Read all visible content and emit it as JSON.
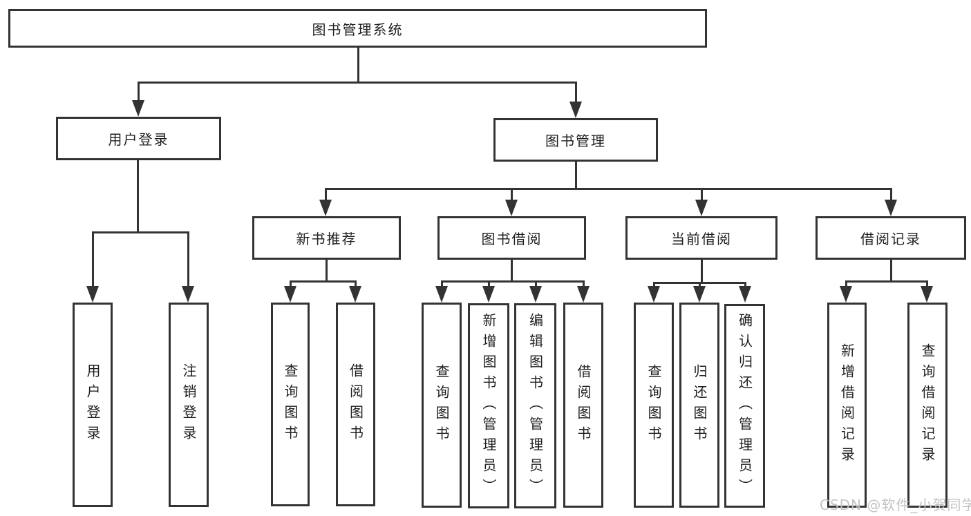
{
  "nodes": {
    "root": "图书管理系统",
    "user_login": "用户登录",
    "book_management": "图书管理",
    "new_book_recommend": "新书推荐",
    "book_borrowing": "图书借阅",
    "current_borrowing": "当前借阅",
    "borrowing_records": "借阅记录",
    "user_login_action": "用户登录",
    "logout_action": "注销登录",
    "recommend_query_books": "查询图书",
    "recommend_borrow_books": "借阅图书",
    "borrowing_query_books": "查询图书",
    "borrowing_add_books_admin": "新增图书（管理员）",
    "borrowing_edit_books_admin": "编辑图书（管理员）",
    "borrowing_borrow_books": "借阅图书",
    "current_query_books": "查询图书",
    "current_return_books": "归还图书",
    "current_confirm_return_admin": "确认归还（管理员）",
    "records_add_record": "新增借阅记录",
    "records_query_record": "查询借阅记录"
  },
  "watermark": "CSDN @软件_小贺同学",
  "colors": {
    "line": "#333333",
    "box_border": "#333333",
    "text": "#1f1f1f",
    "background": "#ffffff",
    "watermark": "#c3c3c3"
  }
}
